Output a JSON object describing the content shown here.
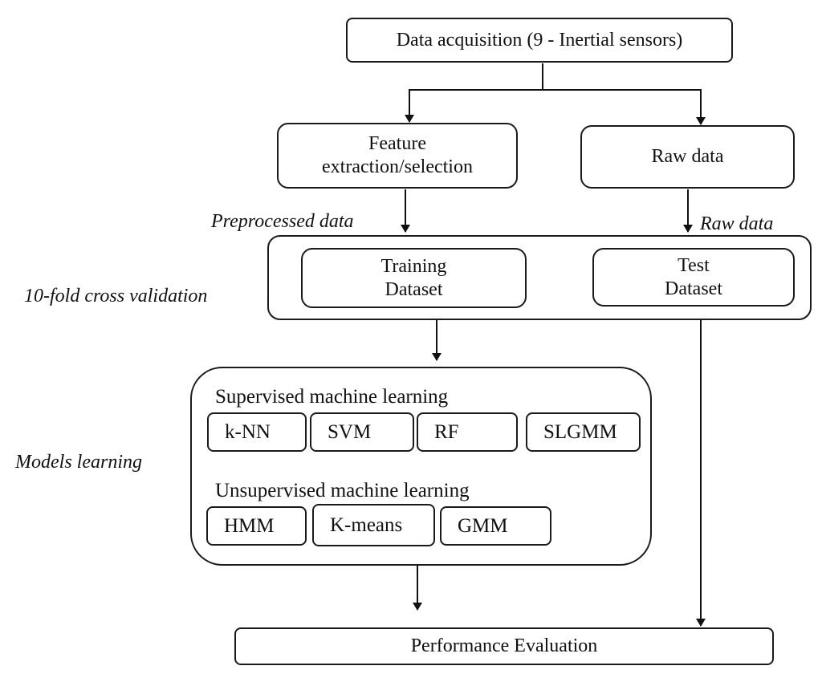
{
  "nodes": {
    "acquisition": "Data acquisition (9 - Inertial sensors)",
    "feature_line1": "Feature",
    "feature_line2": "extraction/selection",
    "raw": "Raw data",
    "training_line1": "Training",
    "training_line2": "Dataset",
    "test_line1": "Test",
    "test_line2": "Dataset",
    "evaluation": "Performance Evaluation"
  },
  "labels": {
    "preprocessed": "Preprocessed data",
    "raw_edge": "Raw data",
    "cross_validation": "10-fold cross validation",
    "models_learning": "Models learning"
  },
  "models": {
    "supervised_title": "Supervised machine learning",
    "supervised": [
      "k-NN",
      "SVM",
      "RF",
      "SLGMM"
    ],
    "unsupervised_title": "Unsupervised machine learning",
    "unsupervised": [
      "HMM",
      "K-means",
      "GMM"
    ]
  }
}
